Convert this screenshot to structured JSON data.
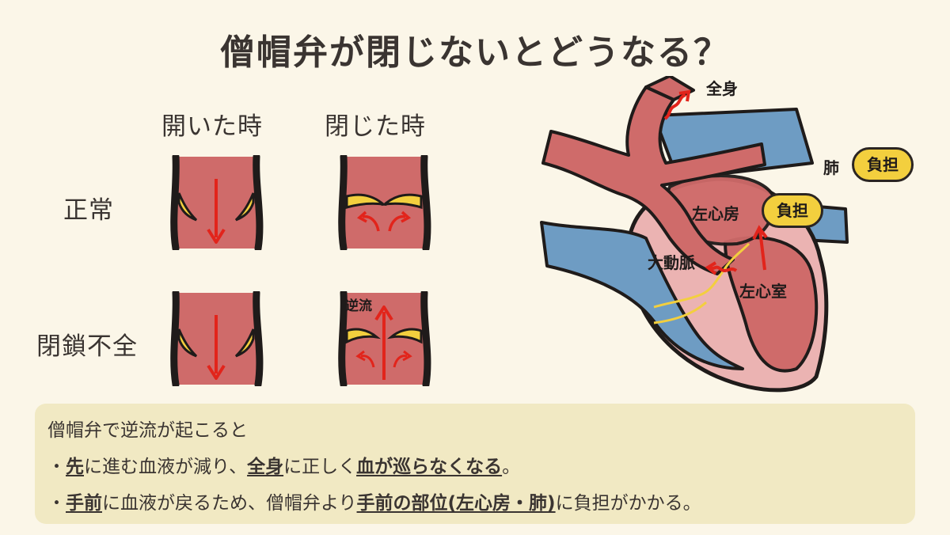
{
  "title": "僧帽弁が閉じないとどうなる？",
  "columns": {
    "open": "開いた時",
    "closed": "閉じた時"
  },
  "rows": {
    "normal": "正常",
    "insufficiency": "閉鎖不全"
  },
  "valve_label": "逆流",
  "heart": {
    "whole_body": "全身",
    "lung": "肺",
    "left_atrium": "左心房",
    "aorta": "大動脈",
    "left_ventricle": "左心室",
    "burden": "負担"
  },
  "summary": {
    "line1": "僧帽弁で逆流が起こると",
    "line2": {
      "p1": "・",
      "u1": "先",
      "p2": "に進む血液が減り、",
      "u2": "全身",
      "p3": "に正しく",
      "u3": "血が巡らなくなる",
      "p4": "。"
    },
    "line3": {
      "p1": "・",
      "u1": "手前",
      "p2": "に血液が戻るため、僧帽弁より",
      "u2": "手前の部位(左心房・肺)",
      "p3": "に負担がかかる。"
    }
  },
  "colors": {
    "background": "#fbf6e8",
    "artery_red": "#cf6b6a",
    "vein_blue": "#6e9cc3",
    "valve_yellow": "#f3cf3e",
    "arrow_red": "#e2241b",
    "summary_box": "#f1e9c3"
  }
}
